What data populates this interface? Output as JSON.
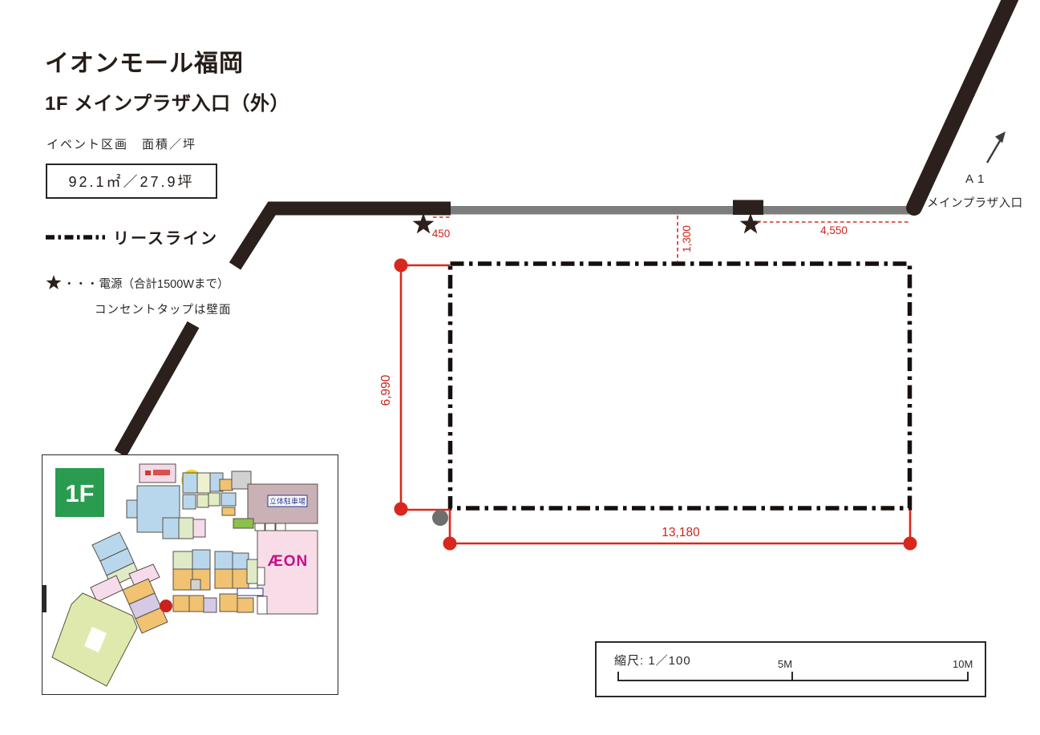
{
  "header": {
    "title": "イオンモール福岡",
    "subtitle": "1F メインプラザ入口（外）",
    "section_label": "イベント区画　面積／坪",
    "area_value": "92.1㎡／27.9坪"
  },
  "legend": {
    "lease_label": "リースライン",
    "power_dots": "・・・",
    "power_label": "電源（合計1500Wまで）",
    "power_note": "コンセントタップは壁面"
  },
  "plan": {
    "dims": {
      "star_offset": "450",
      "setback": "1,300",
      "star_to_corner": "4,550",
      "depth": "6,990",
      "width": "13,180"
    }
  },
  "entrance": {
    "code": "A1",
    "label": "メインプラザ入口"
  },
  "inset_map": {
    "floor_badge": "1F",
    "parking_label": "立体駐車場",
    "aeon_label": "ÆON"
  },
  "scale_bar": {
    "label": "縮尺: 1／100",
    "mid": "5M",
    "end": "10M"
  },
  "colors": {
    "wall_black": "#2b201c",
    "storefront_gray": "#7d7d7d",
    "dimension_red": "#cc241c",
    "marker_red": "#d8281e",
    "badge_green": "#2a9c50",
    "aeon_pink": "#f8dce7",
    "aeon_magenta": "#c50f8a",
    "parking_mauve": "#c9b1b5",
    "map_green": "#dfe9ad",
    "map_blue": "#b9d7ec",
    "map_orange": "#f0c271"
  }
}
